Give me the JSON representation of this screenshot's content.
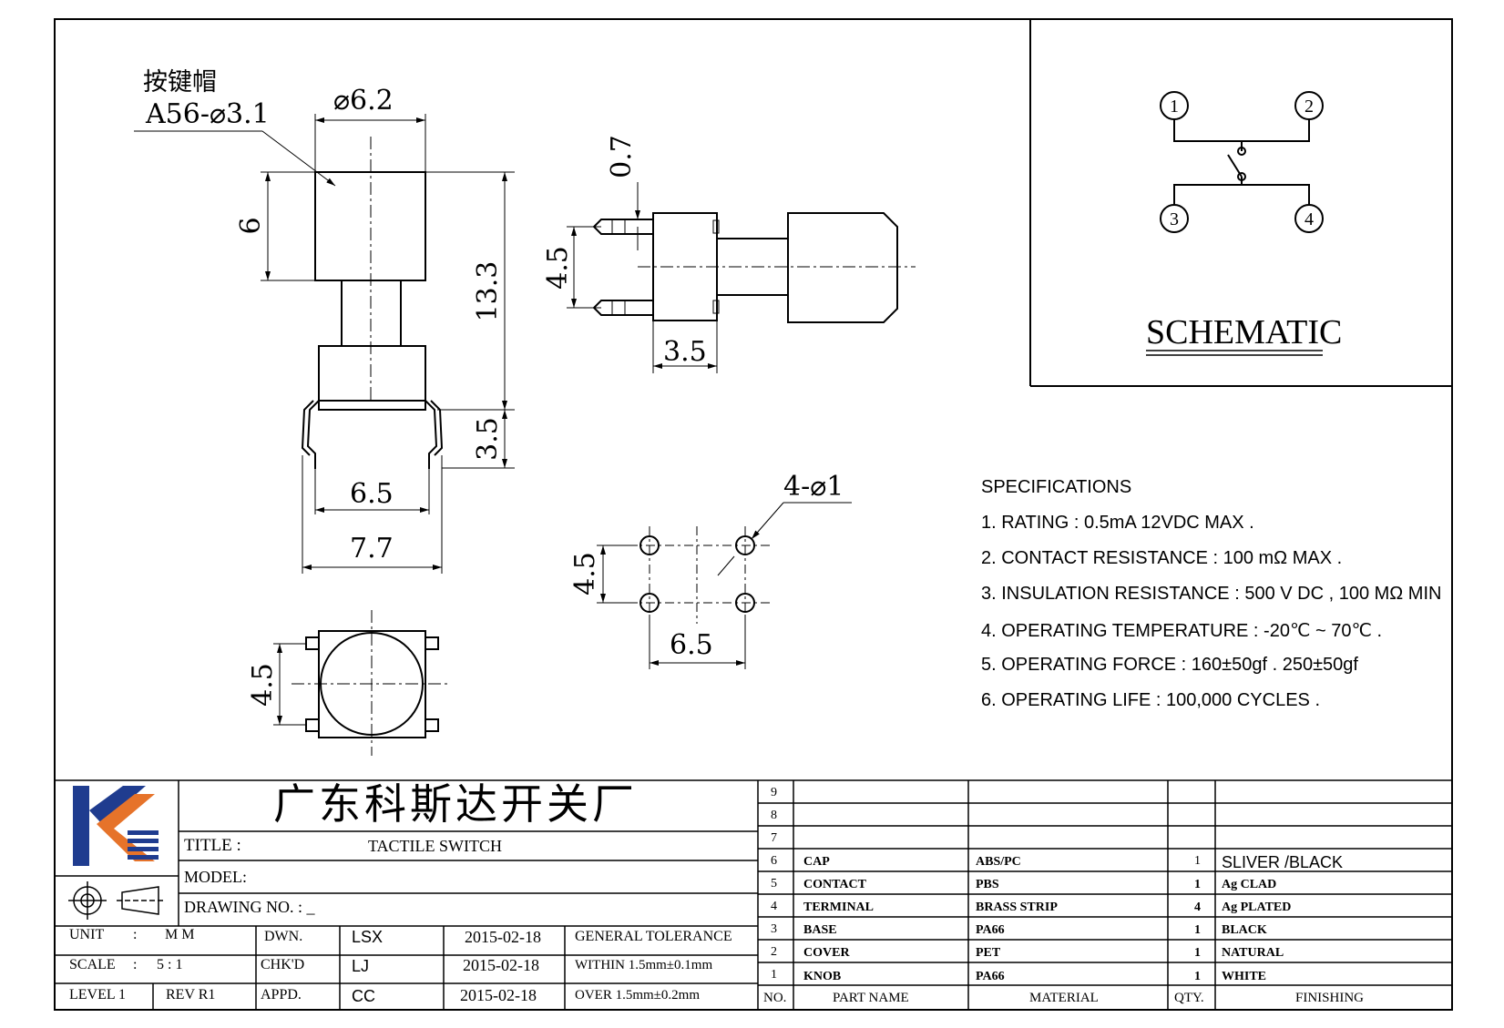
{
  "drawing": {
    "keycap_label_cn": "按键帽",
    "keycap_label": "A56-⌀3.1",
    "dims": {
      "cap_diameter": "⌀6.2",
      "cap_height": "6",
      "total_height": "13.3",
      "leg_height": "3.5",
      "body_width": "6.5",
      "lead_span": "7.7",
      "pitch_07": "0.7",
      "side_45": "4.5",
      "side_35": "3.5",
      "holes": "4-⌀1",
      "hole_45": "4.5",
      "hole_65": "6.5",
      "top_45": "4.5"
    }
  },
  "schematic": {
    "title": "SCHEMATIC",
    "pins": [
      "1",
      "2",
      "3",
      "4"
    ]
  },
  "specifications": {
    "heading": "SPECIFICATIONS",
    "items": [
      "1. RATING : 0.5mA 12VDC MAX .",
      "2. CONTACT RESISTANCE : 100 mΩ MAX .",
      "3. INSULATION RESISTANCE : 500 V DC , 100 MΩ MIN",
      "4. OPERATING TEMPERATURE : -20℃ ~ 70℃ .",
      "5. OPERATING FORCE : 160±50gf . 250±50gf",
      "6. OPERATING LIFE : 100,000 CYCLES ."
    ]
  },
  "title_block": {
    "company": "广东科斯达开关厂",
    "title_label": "TITLE :",
    "title_value": "TACTILE SWITCH",
    "model_label": "MODEL:",
    "drawing_no_label": "DRAWING NO.  : _",
    "unit_label": "UNIT",
    "unit_sep": ":",
    "unit_value": "M M",
    "scale_label": "SCALE",
    "scale_sep": ":",
    "scale_value": "5 : 1",
    "level": "LEVEL 1",
    "rev": "REV  R1",
    "dwn_label": "DWN.",
    "chk_label": "CHK'D",
    "appd_label": "APPD.",
    "dwn_name": "LSX",
    "chk_name": "LJ",
    "appd_name": "CC",
    "dwn_date": "2015-02-18",
    "chk_date": "2015-02-18",
    "appd_date": "2015-02-18",
    "tol_heading": "GENERAL TOLERANCE",
    "tol_within": "WITHIN 1.5mm±0.1mm",
    "tol_over": "OVER    1.5mm±0.2mm"
  },
  "bom": {
    "headers": {
      "no": "NO.",
      "part": "PART  NAME",
      "material": "MATERIAL",
      "qty": "QTY.",
      "finishing": "FINISHING"
    },
    "empty_rows": [
      "9",
      "8",
      "7"
    ],
    "rows": [
      {
        "no": "6",
        "part": "CAP",
        "material": "ABS/PC",
        "qty": "1",
        "finishing": "SLIVER /BLACK"
      },
      {
        "no": "5",
        "part": "CONTACT",
        "material": "PBS",
        "qty": "1",
        "finishing": "Ag CLAD"
      },
      {
        "no": "4",
        "part": "TERMINAL",
        "material": "BRASS STRIP",
        "qty": "4",
        "finishing": "Ag PLATED"
      },
      {
        "no": "3",
        "part": "BASE",
        "material": "PA66",
        "qty": "1",
        "finishing": "BLACK"
      },
      {
        "no": "2",
        "part": "COVER",
        "material": "PET",
        "qty": "1",
        "finishing": "NATURAL"
      },
      {
        "no": "1",
        "part": "KNOB",
        "material": "PA66",
        "qty": "1",
        "finishing": "WHITE"
      }
    ]
  },
  "colors": {
    "logo_blue": "#1f3c8f",
    "logo_orange": "#e6732a",
    "ink": "#000000"
  }
}
